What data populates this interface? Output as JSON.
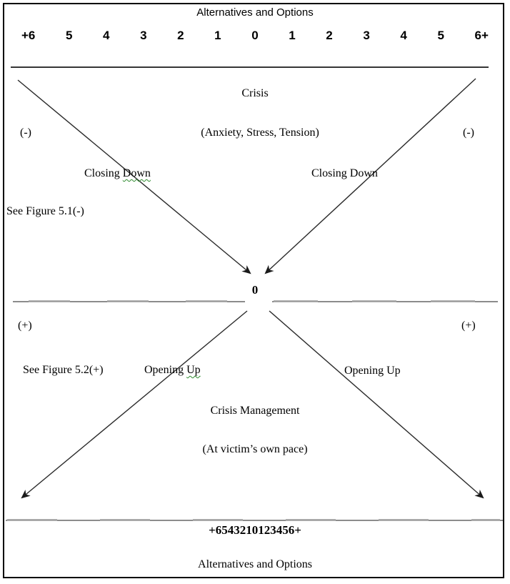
{
  "figure": {
    "top_title": "Alternatives and Options",
    "scale_top": [
      "+6",
      "5",
      "4",
      "3",
      "2",
      "1",
      "0",
      "1",
      "2",
      "3",
      "4",
      "5",
      "6+"
    ],
    "crisis_label": "Crisis",
    "crisis_sub": "(Anxiety, Stress, Tension)",
    "minus_left": "(-)",
    "minus_right": "(-)",
    "closing_down_left": {
      "prefix": "Closing ",
      "underlined": "Down"
    },
    "closing_down_right": "Closing Down",
    "see_figure_51": "See Figure 5.1(-)",
    "zero_label": "0",
    "plus_left": "(+)",
    "plus_right": "(+)",
    "see_figure_52": "See Figure 5.2(+)",
    "opening_up_left": {
      "prefix": "Opening ",
      "underlined": "Up"
    },
    "opening_up_right": "Opening Up",
    "crisis_management": "Crisis Management",
    "crisis_management_sub": "(At victim’s own pace)",
    "scale_bottom": "+6543210123456+",
    "bottom_title": "Alternatives and Options"
  },
  "colors": {
    "line_black": "#1a1a1a",
    "line_gray": "#9a9a9a",
    "arrow_fill": "#1a1a1a",
    "squiggle_green": "#2e8b2e",
    "border": "#000000"
  }
}
